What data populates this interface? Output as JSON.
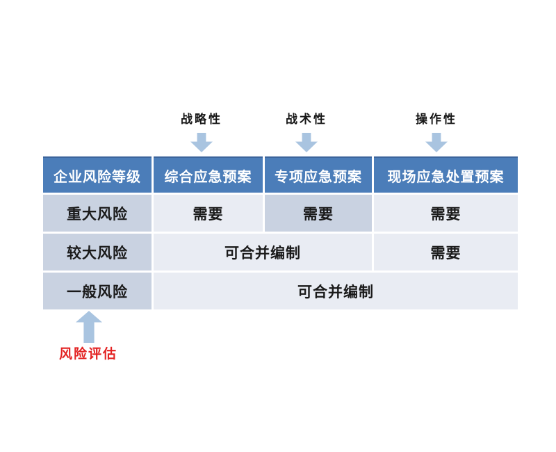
{
  "colors": {
    "header_bg": "#4b7db9",
    "header_text": "#ffffff",
    "cell_dark_bg": "#c9d2e1",
    "cell_light_bg": "#e9ecf3",
    "cell_text": "#1a1a1a",
    "arrow_color": "#a9c4e0",
    "risk_label_color": "#e32222"
  },
  "icons": {
    "down_arrow": "down-arrow",
    "up_arrow": "up-arrow"
  },
  "top_labels": [
    {
      "label": "战略性"
    },
    {
      "label": "战术性"
    },
    {
      "label": "操作性"
    }
  ],
  "table": {
    "headers": [
      "企业风险等级",
      "综合应急预案",
      "专项应急预案",
      "现场应急处置预案"
    ],
    "rows": [
      {
        "level": "重大风险",
        "cells": [
          "需要",
          "需要",
          "需要"
        ]
      },
      {
        "level": "较大风险",
        "cells": [
          "可合并编制",
          "需要"
        ]
      },
      {
        "level": "一般风险",
        "cells": [
          "可合并编制"
        ]
      }
    ]
  },
  "bottom": {
    "label": "风险评估"
  }
}
